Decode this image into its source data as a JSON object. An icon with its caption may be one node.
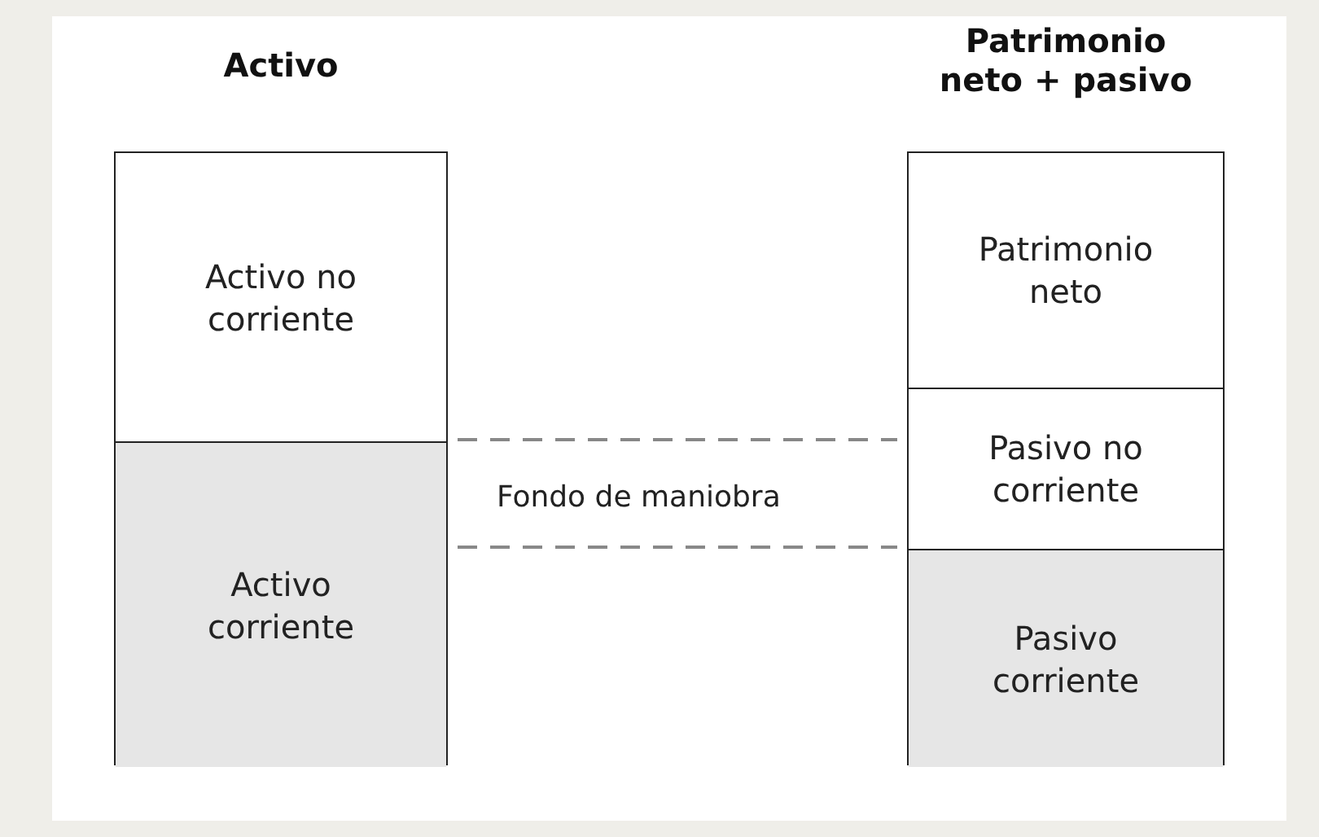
{
  "diagram": {
    "nodes": [
      {
        "text": [
          "Activo"
        ]
      },
      {
        "text": [
          "Activo no corriente"
        ],
        "in": 0
      },
      {
        "text": [
          "Activo corriente"
        ],
        "in": 0
      },
      {
        "text": [
          "Patrimonio neto + pasivo"
        ]
      },
      {
        "text": [
          "Patrimonio neto"
        ],
        "in": 3
      },
      {
        "text": [
          "Pasivo no corriente"
        ],
        "in": 3
      },
      {
        "text": [
          "Pasivo corriente"
        ],
        "in": 3
      }
    ],
    "edges": [],
    "labels": [
      "Fondo de maniobra"
    ]
  }
}
